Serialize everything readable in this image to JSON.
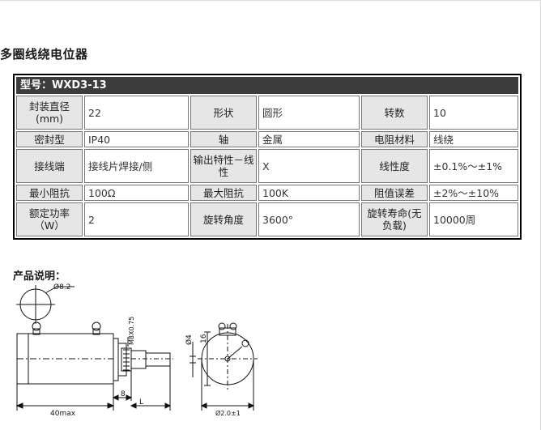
{
  "title": "多圈线绕电位器",
  "model": "型号：WXD3-13",
  "specs": [
    [
      {
        "label": "封装直径(mm)",
        "value": "22"
      },
      {
        "label": "形状",
        "value": "圆形"
      },
      {
        "label": "转数",
        "value": "10"
      }
    ],
    [
      {
        "label": "密封型",
        "value": "IP40"
      },
      {
        "label": "轴",
        "value": "金属"
      },
      {
        "label": "电阻材料",
        "value": "线绕"
      }
    ],
    [
      {
        "label": "接线端",
        "value": "接线片焊接/侧"
      },
      {
        "label": "输出特性－线性",
        "value": "X"
      },
      {
        "label": "线性度",
        "value": "±0.1%～±1%"
      }
    ],
    [
      {
        "label": "最小阻抗",
        "value": "100Ω"
      },
      {
        "label": "最大阻抗",
        "value": "100K"
      },
      {
        "label": "阻值误差",
        "value": "±2%～±10%"
      }
    ],
    [
      {
        "label": "额定功率（W）",
        "value": "2"
      },
      {
        "label": "旋转角度",
        "value": "3600°"
      },
      {
        "label": "旋转寿命(无负载)",
        "value": "10000周"
      }
    ]
  ],
  "product_title": "产品说明：",
  "drawing": {
    "dia_hole": "Ø8.2",
    "thread": "M8X0.75",
    "len_body": "40max",
    "len_shaft1": "8",
    "len_shaft2": "L",
    "dia_shaft": "Ø4",
    "dim_16": "16",
    "dia_body": "Ø2.0±1"
  }
}
